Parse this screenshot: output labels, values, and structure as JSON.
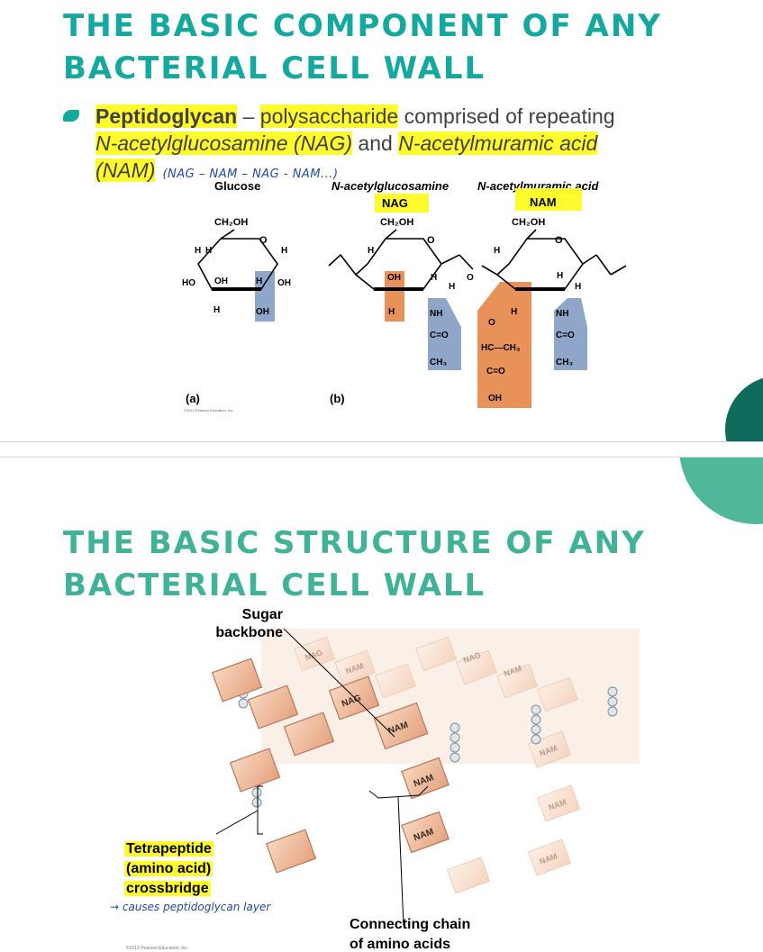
{
  "slide1": {
    "title_line1": "THE BASIC COMPONENT OF ANY",
    "title_line2": "BACTERIAL CELL WALL",
    "bullet": {
      "term": "Peptidoglycan",
      "dash": " – ",
      "polysaccharide": "polysaccharide",
      "rest": " comprised of repeating",
      "nag_full": "N-acetylglucosamine (NAG)",
      "and": " and ",
      "nam_full": "N-acetylmuramic acid",
      "nam_abbr": "(NAM)",
      "handnote": "(NAG – NAM – NAG - NAM...)"
    },
    "figure": {
      "glucose_label": "Glucose",
      "nag_name": "N-acetylglucosamine",
      "nam_name": "N-acetylmuramic acid",
      "nag_tag": "NAG",
      "nam_tag": "NAM",
      "ch2oh": "CH₂OH",
      "o": "O",
      "h": "H",
      "ho": "HO",
      "oh": "OH",
      "nh": "NH",
      "c_o": "C=O",
      "ch3": "CH₃",
      "hc_ch3": "HC—CH₃",
      "label_a": "(a)",
      "label_b": "(b)",
      "credit": "©2013 Pearson Education, Inc."
    }
  },
  "slide2": {
    "title_line1": "THE BASIC STRUCTURE OF ANY",
    "title_line2": "BACTERIAL CELL WALL",
    "figure": {
      "sugar_backbone_line1": "Sugar",
      "sugar_backbone_line2": "backbone",
      "tetra_line1": "Tetrapeptide",
      "tetra_line2": "(amino acid)",
      "tetra_line3": "crossbridge",
      "handnote": "→ causes peptidoglycan layer",
      "connecting_line1": "Connecting chain",
      "connecting_line2": "of amino acids",
      "nag": "NAG",
      "nam": "NAM",
      "credit": "©2013 Pearson Education, Inc."
    }
  },
  "colors": {
    "title_teal": "#13a99e",
    "title_teal2": "#3fb297",
    "highlight": "#fffb2c",
    "orange_shade": "#e8925a",
    "blue_shade": "#8fa6c9",
    "deco_dark": "#0e6a5a",
    "deco_light": "#4fb89a"
  }
}
